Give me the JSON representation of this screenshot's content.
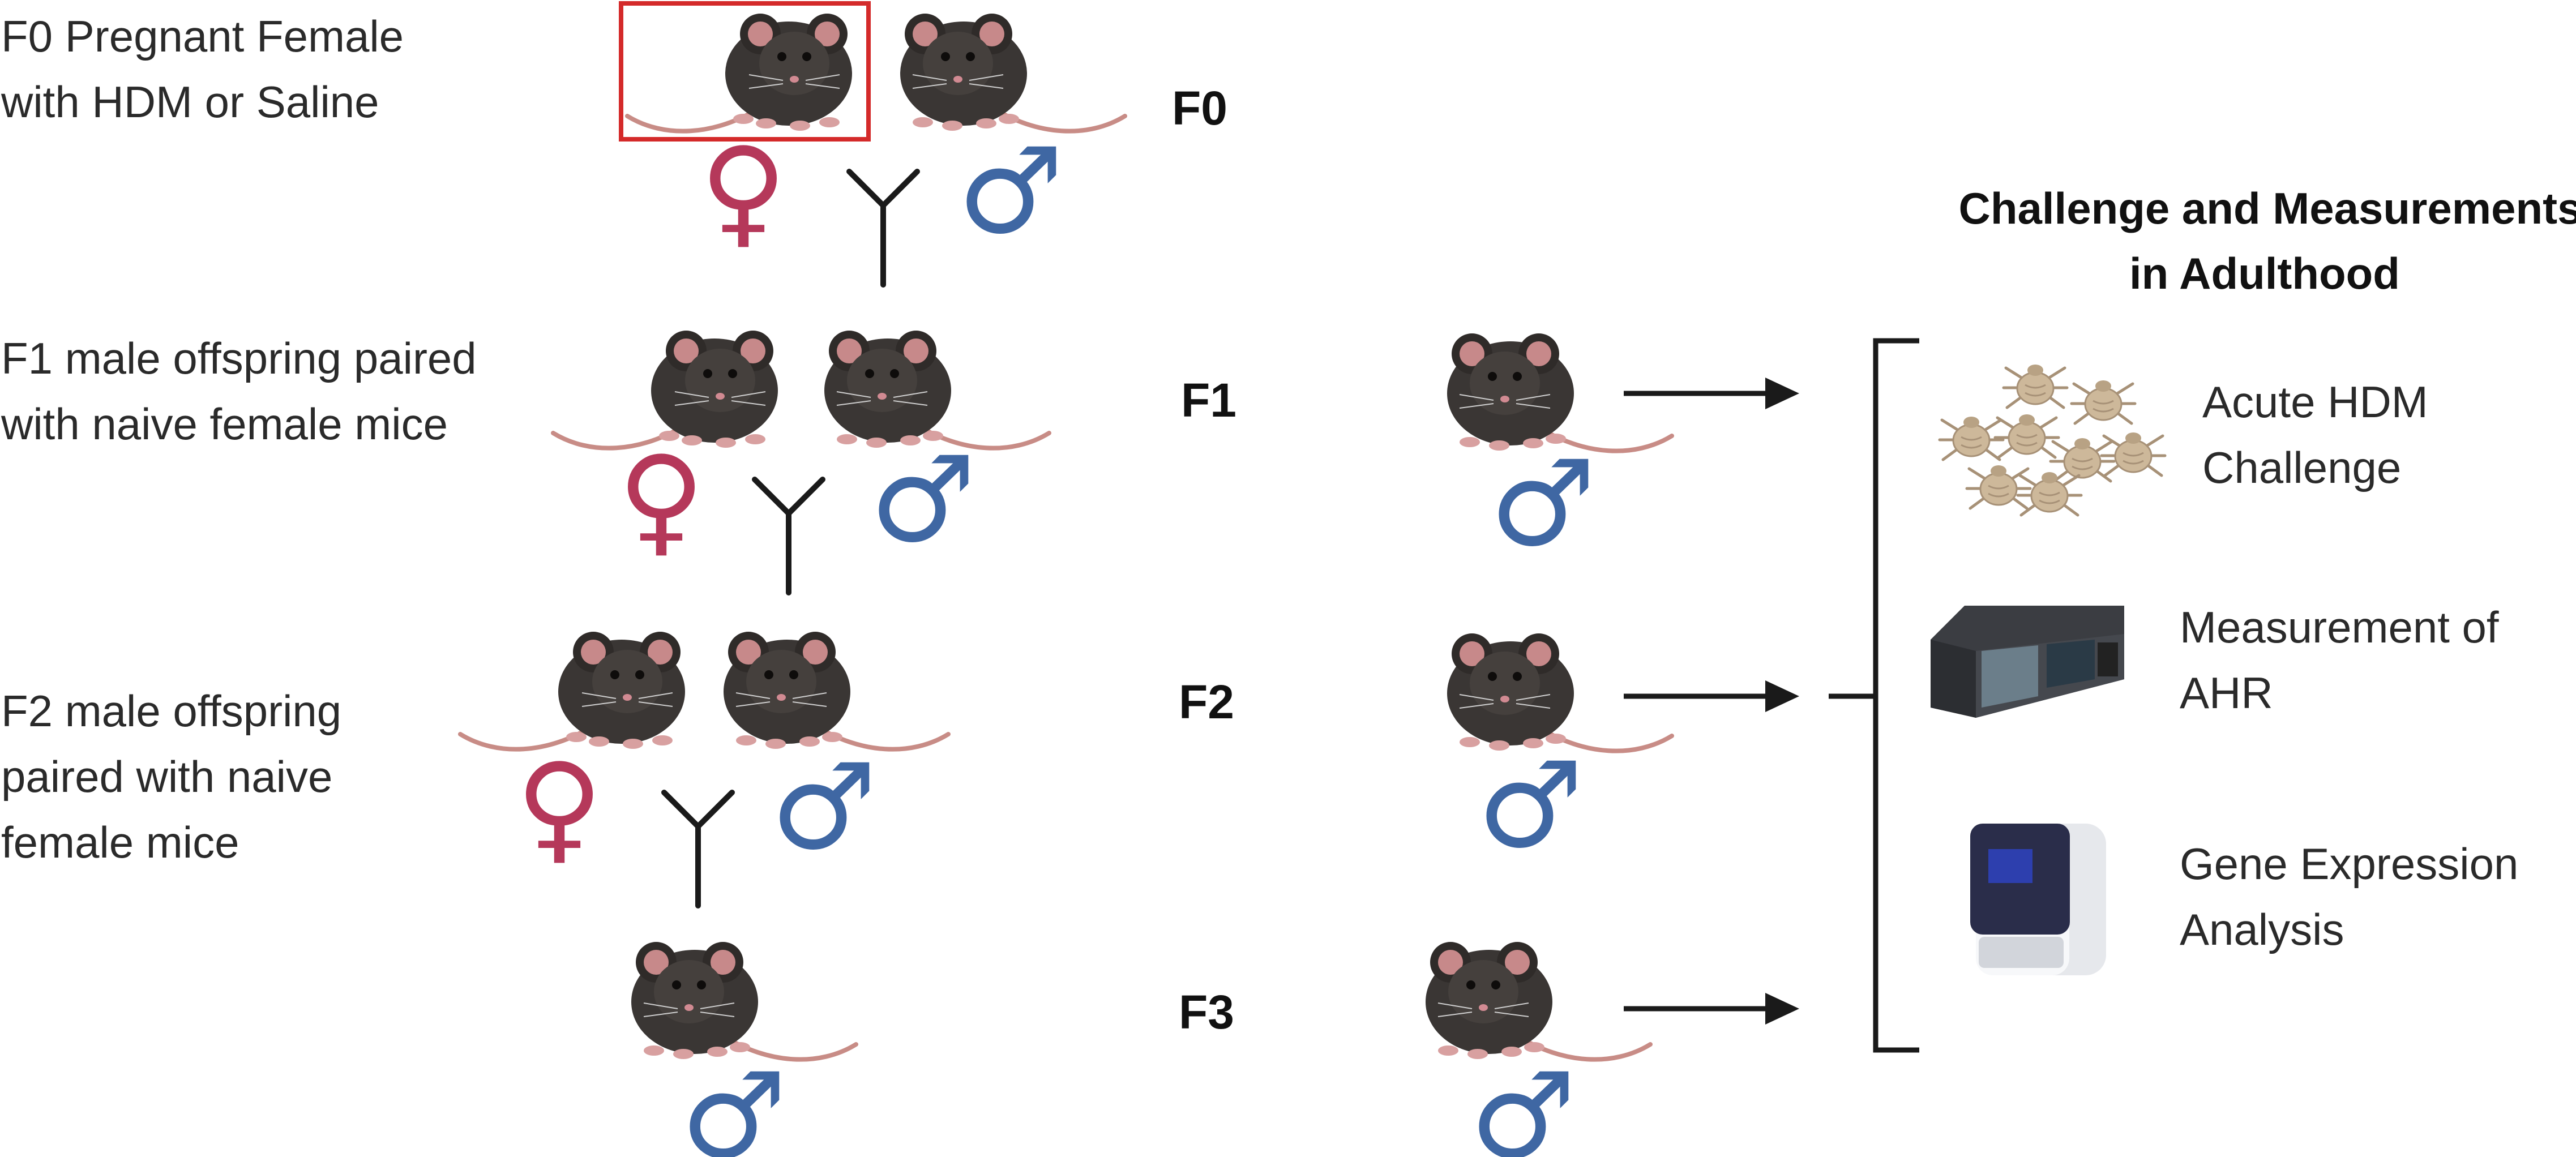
{
  "left_labels": {
    "f0": [
      "F0 Pregnant Female",
      "with HDM or Saline"
    ],
    "f1": [
      "F1 male offspring paired",
      "with naive female mice"
    ],
    "f2": [
      "F2 male offspring",
      "paired with naive",
      "female mice"
    ]
  },
  "generations": [
    "F0",
    "F1",
    "F2",
    "F3"
  ],
  "right_title": [
    "Challenge and Measurements",
    "in Adulthood"
  ],
  "outcomes": [
    {
      "lines": [
        "Acute HDM",
        "Challenge"
      ],
      "icon": "dust-mites-icon"
    },
    {
      "lines": [
        "Measurement of",
        "AHR"
      ],
      "icon": "plethysmograph-device-icon"
    },
    {
      "lines": [
        "Gene Expression",
        "Analysis"
      ],
      "icon": "qpcr-machine-icon"
    }
  ],
  "symbols": {
    "female": "♀",
    "male": "♂"
  },
  "colors": {
    "female": "#b5385a",
    "male": "#3f67a3",
    "highlight": "#d42a2a",
    "mouse": "#3a3634",
    "mouse_ear": "#c7898a",
    "tail": "#c88c86",
    "line": "#1a1a1a"
  }
}
